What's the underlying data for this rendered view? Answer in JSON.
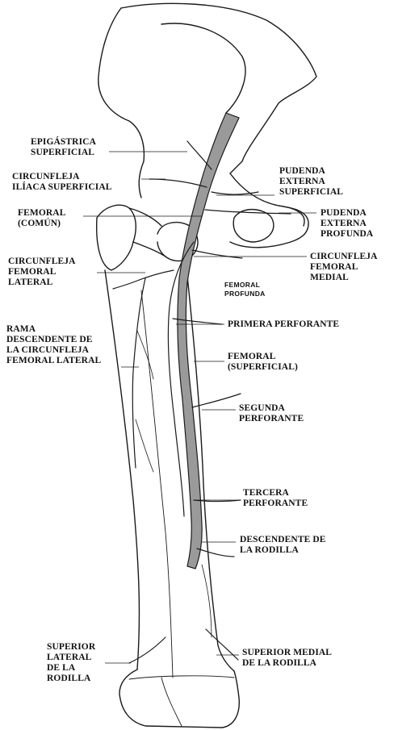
{
  "labels": {
    "epigastrica": [
      "EPIGÁSTRICA",
      "SUPERFICIAL"
    ],
    "circunfleja_iliaca": [
      "CIRCUNFLEJA",
      "ILÍACA SUPERFICIAL"
    ],
    "femoral_comun": [
      "FEMORAL",
      "(COMÚN)"
    ],
    "circunfleja_lateral": [
      "CIRCUNFLEJA",
      "FEMORAL",
      "LATERAL"
    ],
    "rama_descendente": [
      "RAMA",
      "DESCENDENTE DE",
      "LA CIRCUNFLEJA",
      "FEMORAL LATERAL"
    ],
    "pudenda_externa_sup": [
      "PUDENDA",
      "EXTERNA",
      "SUPERFICIAL"
    ],
    "pudenda_externa_prof": [
      "PUDENDA",
      "EXTERNA",
      "PROFUNDA"
    ],
    "circunfleja_medial": [
      "CIRCUNFLEJA",
      "FEMORAL",
      "MEDIAL"
    ],
    "femoral_profunda": [
      "FEMORAL",
      "PROFUNDA"
    ],
    "primera_perforante": [
      "PRIMERA PERFORANTE"
    ],
    "femoral_superficial": [
      "FEMORAL",
      "(SUPERFICIAL)"
    ],
    "segunda_perforante": [
      "SEGUNDA",
      "PERFORANTE"
    ],
    "tercera_perforante": [
      "TERCERA",
      "PERFORANTE"
    ],
    "descendente_rodilla": [
      "DESCENDENTE DE",
      "LA RODILLA"
    ],
    "superior_lateral": [
      "SUPERIOR",
      "LATERAL",
      "DE LA",
      "RODILLA"
    ],
    "superior_medial": [
      "SUPERIOR MEDIAL",
      "DE LA RODILLA"
    ]
  },
  "colors": {
    "ink": "#1a1a1a",
    "artery_fill": "#9a9a9a",
    "background": "#ffffff"
  }
}
